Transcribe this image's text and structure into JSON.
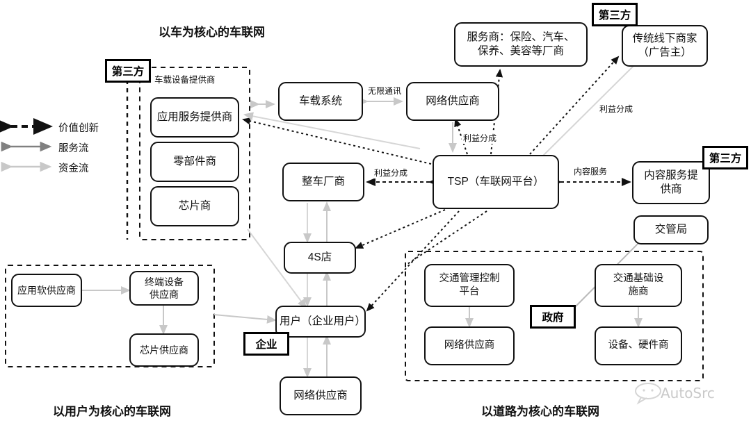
{
  "diagram": {
    "title_top": "以车为核心的车联网",
    "caption_left": "以用户为核心的车联网",
    "caption_right": "以道路为核心的车联网",
    "watermark": "AutoSrc"
  },
  "legend": {
    "items": [
      {
        "label": "价值创新",
        "style": "dashed",
        "color": "#111111"
      },
      {
        "label": "服务流",
        "style": "solid",
        "color": "#808080"
      },
      {
        "label": "资金流",
        "style": "solid",
        "color": "#c8c8c8"
      }
    ]
  },
  "group_labels": {
    "device_supplier": "车载设备提供商"
  },
  "tags": [
    {
      "id": "tag-third-party-left",
      "label": "第三方"
    },
    {
      "id": "tag-third-party-top",
      "label": "第三方"
    },
    {
      "id": "tag-third-party-right",
      "label": "第三方"
    },
    {
      "id": "tag-enterprise",
      "label": "企业"
    },
    {
      "id": "tag-government",
      "label": "政府"
    }
  ],
  "nodes": [
    {
      "id": "app-service-provider",
      "label": "应用服务提供商"
    },
    {
      "id": "parts-supplier",
      "label": "零部件商"
    },
    {
      "id": "chip-maker",
      "label": "芯片商"
    },
    {
      "id": "vehicle-system",
      "label": "车载系统"
    },
    {
      "id": "network-provider-top",
      "label": "网络供应商"
    },
    {
      "id": "service-providers",
      "label": "服务商：保险、汽车、\n保养、美容等厂商"
    },
    {
      "id": "offline-merchants",
      "label": "传统线下商家\n（广告主）"
    },
    {
      "id": "oem",
      "label": "整车厂商"
    },
    {
      "id": "tsp",
      "label": "TSP（车联网平台）"
    },
    {
      "id": "content-service-provider",
      "label": "内容服务提\n供商"
    },
    {
      "id": "traffic-bureau",
      "label": "交管局"
    },
    {
      "id": "dealer-4s",
      "label": "4S店"
    },
    {
      "id": "user",
      "label": "用户（企业用户）"
    },
    {
      "id": "network-provider-bottom",
      "label": "网络供应商"
    },
    {
      "id": "app-software-supplier",
      "label": "应用软供应商"
    },
    {
      "id": "terminal-device-supplier",
      "label": "终端设备\n供应商"
    },
    {
      "id": "chip-supplier",
      "label": "芯片供应商"
    },
    {
      "id": "traffic-control-platform",
      "label": "交通管理控制\n平台"
    },
    {
      "id": "network-provider-road",
      "label": "网络供应商"
    },
    {
      "id": "traffic-infra-supplier",
      "label": "交通基础设\n施商"
    },
    {
      "id": "equipment-hardware",
      "label": "设备、硬件商"
    }
  ],
  "edge_labels": [
    {
      "id": "wireless-comm",
      "label": "无限通讯"
    },
    {
      "id": "profit-share-network",
      "label": "利益分成"
    },
    {
      "id": "profit-share-oem",
      "label": "利益分成"
    },
    {
      "id": "profit-share-merchant",
      "label": "利益分成"
    },
    {
      "id": "content-service",
      "label": "内容服务"
    }
  ]
}
